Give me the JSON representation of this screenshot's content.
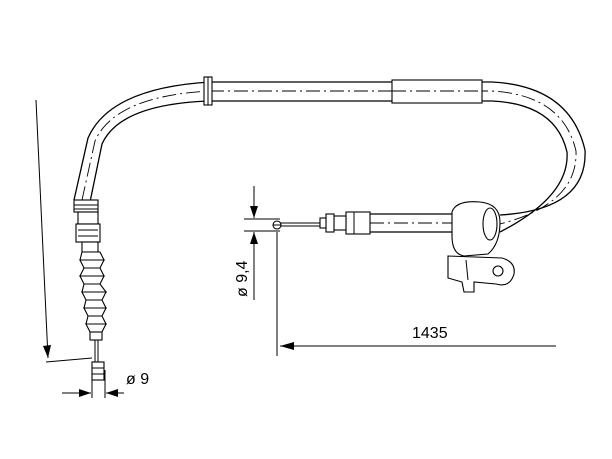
{
  "dimensions": {
    "length": "1435",
    "end_fitting_diameter": "ø 9,4",
    "nipple_diameter": "ø 9"
  }
}
